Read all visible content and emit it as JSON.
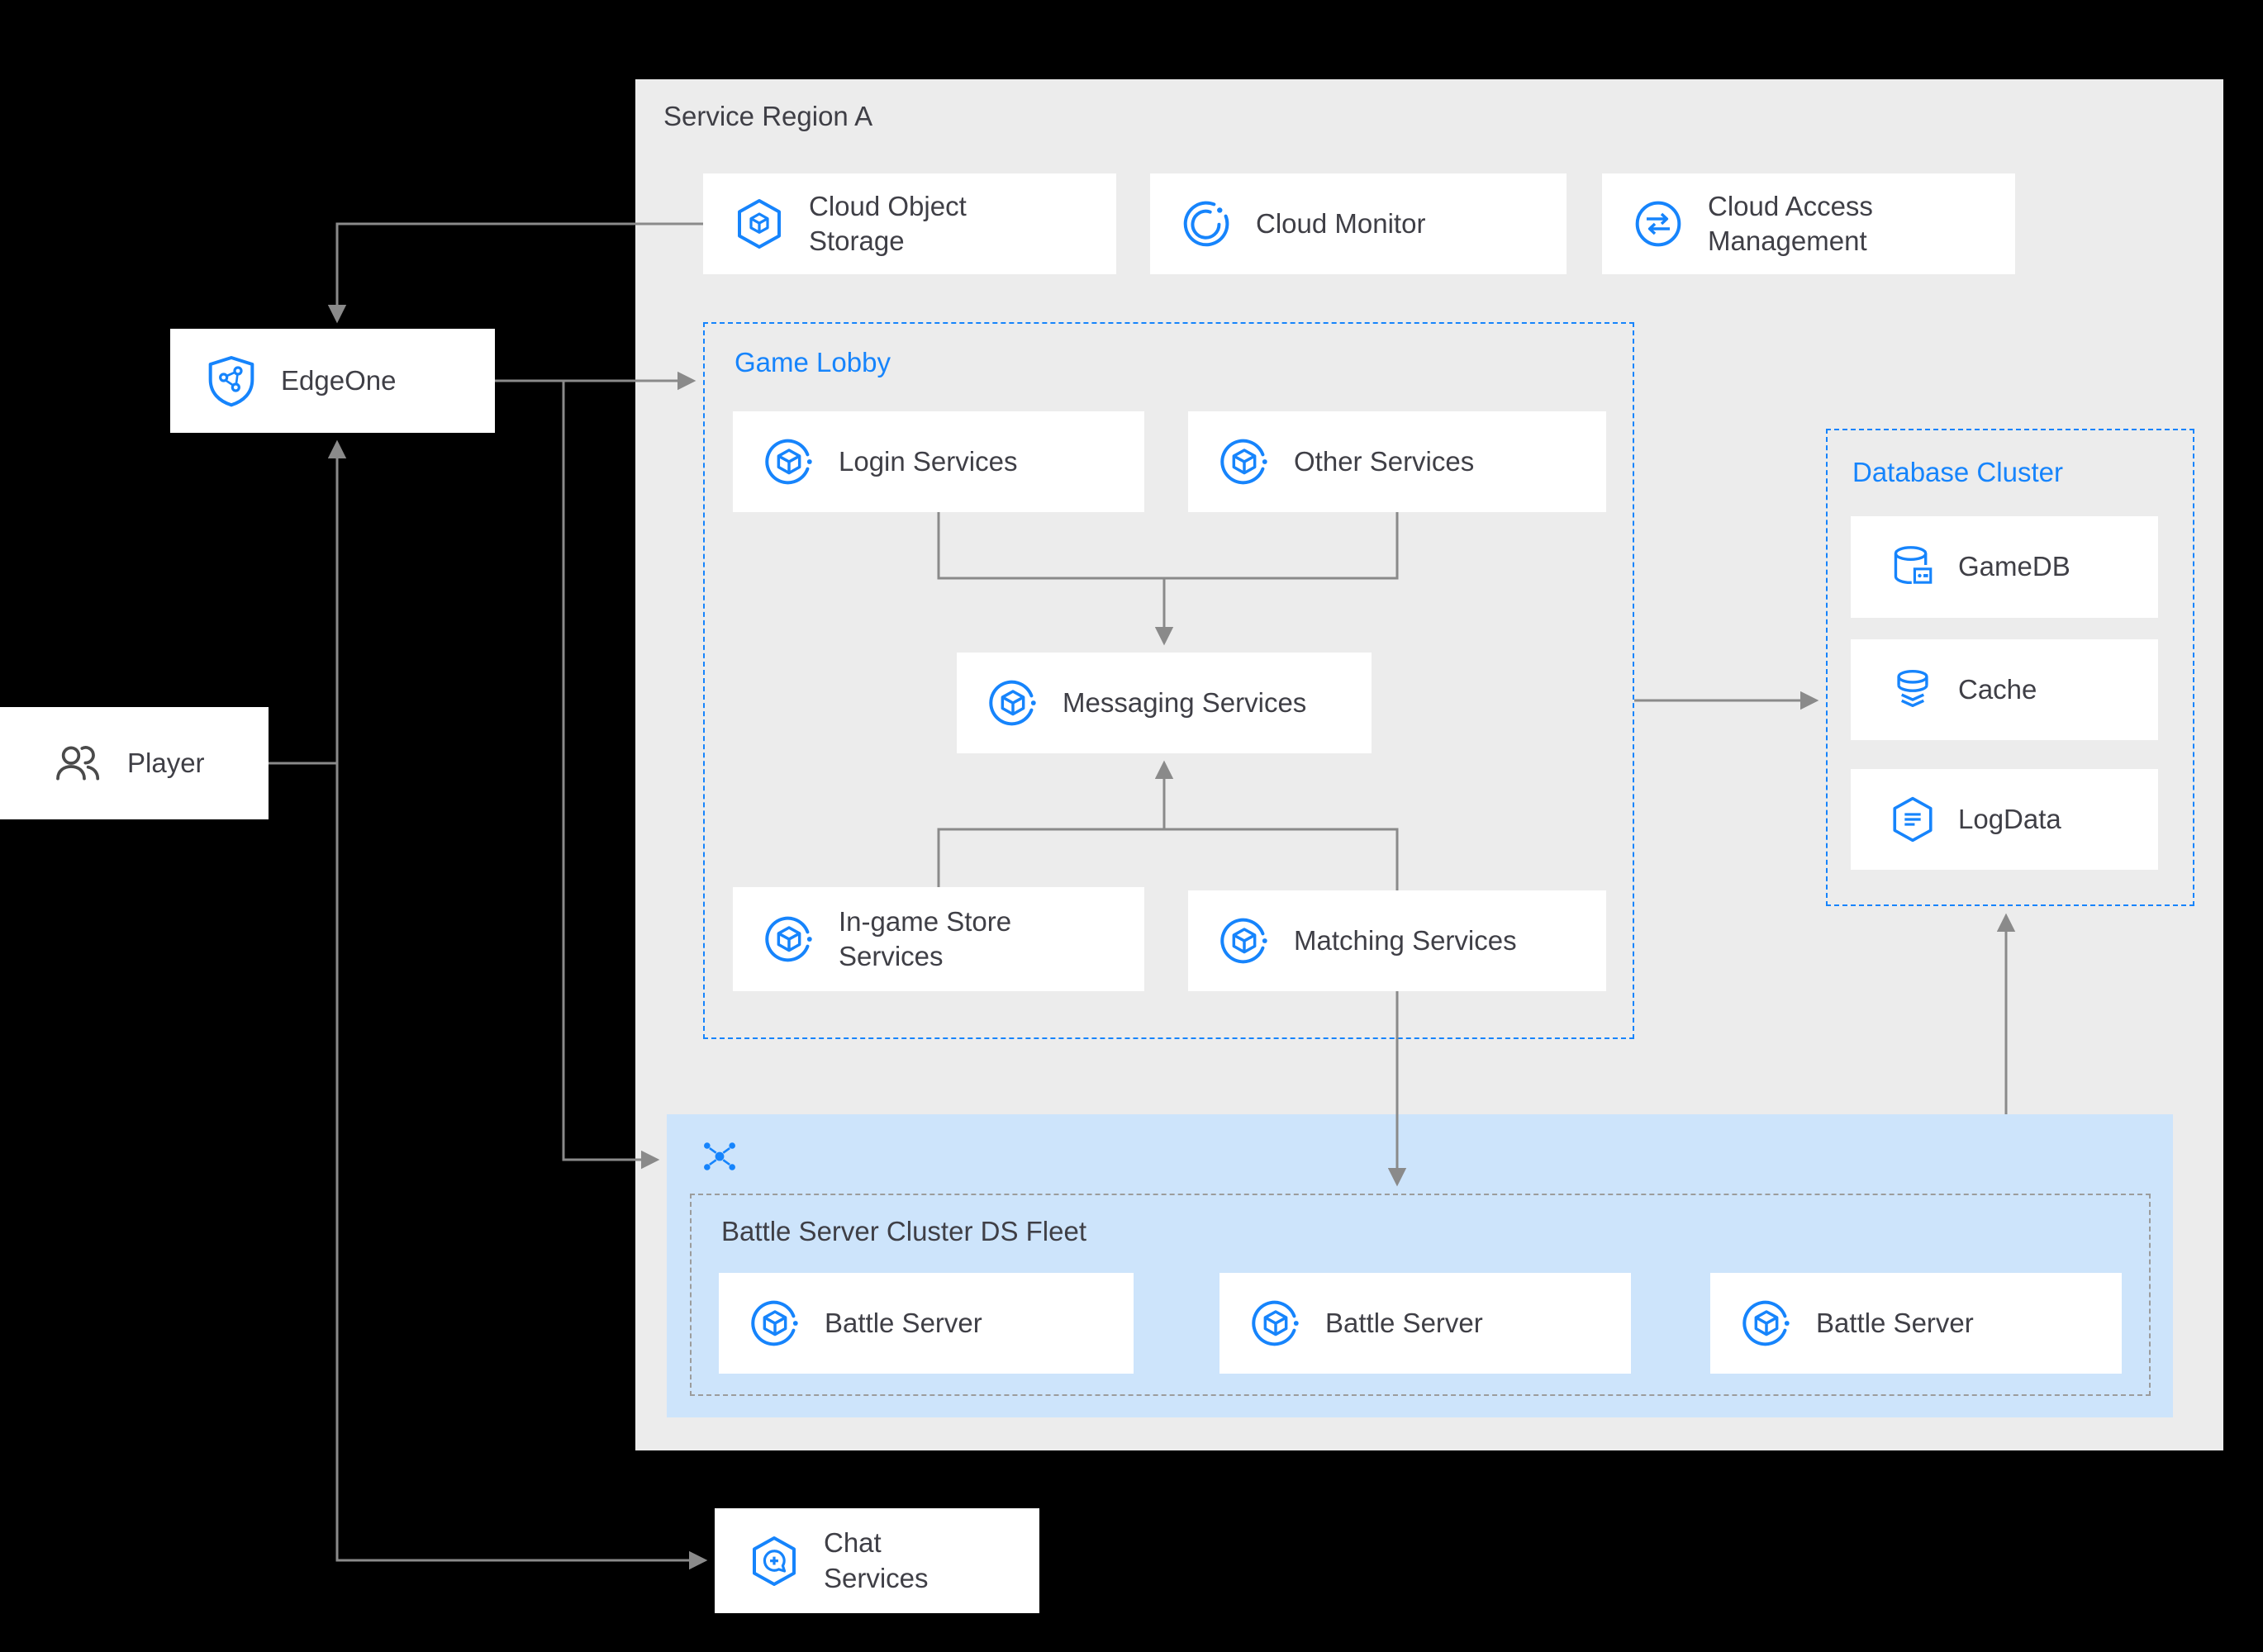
{
  "colors": {
    "background": "#000000",
    "region_panel": "#ECECEC",
    "battle_panel": "#CDE4FB",
    "accent_blue": "#1684FC",
    "node_background": "#FFFFFF",
    "connector_line": "#8A8A8A",
    "text_dark": "#3F3F46"
  },
  "region": {
    "title": "Service Region A"
  },
  "top_services": [
    {
      "label": "Cloud Object Storage",
      "icon": "storage-hexagon-icon"
    },
    {
      "label": "Cloud Monitor",
      "icon": "monitor-gauge-icon"
    },
    {
      "label": "Cloud Access Management",
      "icon": "access-arrows-icon"
    }
  ],
  "external": {
    "player": {
      "label": "Player",
      "icon": "users-icon"
    },
    "edgeone": {
      "label": "EdgeOne",
      "icon": "shield-network-icon"
    },
    "chat": {
      "label": "Chat Services",
      "icon": "chat-bubble-icon"
    }
  },
  "game_lobby": {
    "title": "Game Lobby",
    "service_icon": "service-cube-icon",
    "services": [
      {
        "label": "Login Services"
      },
      {
        "label": "Other Services"
      },
      {
        "label": "Messaging Services"
      },
      {
        "label": "In-game Store Services"
      },
      {
        "label": "Matching Services"
      }
    ]
  },
  "database_cluster": {
    "title": "Database Cluster",
    "items": [
      {
        "label": "GameDB",
        "icon": "database-icon"
      },
      {
        "label": "Cache",
        "icon": "cache-database-icon"
      },
      {
        "label": "LogData",
        "icon": "log-document-icon"
      }
    ]
  },
  "battle_cluster": {
    "title": "Battle Server Cluster DS Fleet",
    "cluster_icon": "cluster-dots-icon",
    "servers": [
      {
        "label": "Battle Server",
        "icon": "service-cube-icon"
      },
      {
        "label": "Battle Server",
        "icon": "service-cube-icon"
      },
      {
        "label": "Battle Server",
        "icon": "service-cube-icon"
      }
    ]
  }
}
